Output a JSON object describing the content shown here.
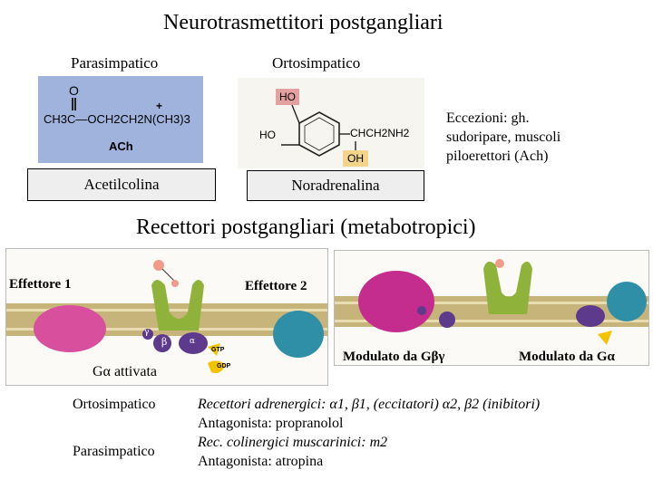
{
  "title": "Neurotrasmettitori postgangliari",
  "col_para": "Parasimpatico",
  "col_orto": "Ortosimpatico",
  "ach": {
    "top_o": "O",
    "formula": "CH3C—OCH2CH2N(CH3)3",
    "plus": "+",
    "abbr": "ACh",
    "box_label": "Acetilcolina"
  },
  "ne": {
    "ho_top": "HO",
    "ho_left": "HO",
    "side": "CHCH2NH2",
    "oh": "OH",
    "box_label": "Noradrenalina"
  },
  "exceptions": [
    "Eccezioni: gh.",
    "sudoripare, muscoli",
    "piloerettori (Ach)"
  ],
  "receptors_title": "Recettori postgangliari (metabotropici)",
  "effector1": "Effettore 1",
  "effector2": "Effettore 2",
  "ga_active": "Gα attivata",
  "mod_bg": "Modulato da Gβγ",
  "mod_ga": "Modulato da Gα",
  "gtp": "GTP",
  "gdp": "GDP",
  "subunit_b": "β",
  "subunit_g": "γ",
  "subunit_a": "α",
  "rows": [
    {
      "label": "Ortosimpatico",
      "lines": [
        "Recettori adrenergici: α1, β1, (eccitatori) α2, β2 (inibitori)",
        "Antagonista: propranolol"
      ]
    },
    {
      "label": "Parasimpatico",
      "lines": [
        "Rec. colinergici muscarinici: m2",
        "Antagonista: atropina"
      ]
    }
  ],
  "colors": {
    "membrane": "#c7b47a",
    "receptor": "#8fb23a",
    "effector1": "#d84f9e",
    "effector2_left": "#c42c8e",
    "effector2_right": "#2f8fa6",
    "galpha": "#5d3a8c",
    "ach_bg": "#9fb3dd",
    "gtp": "#f2c400"
  }
}
